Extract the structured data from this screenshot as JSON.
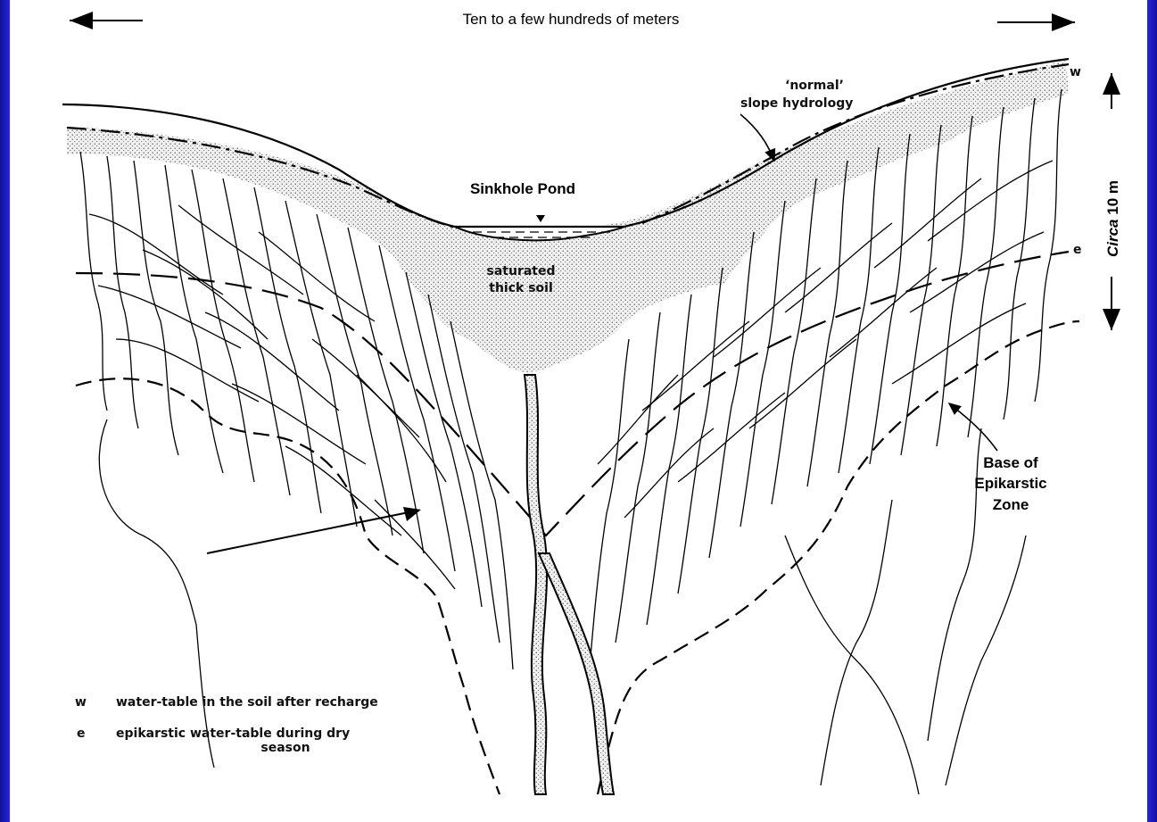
{
  "labels": {
    "top_scale": "Ten to a few hundreds of meters",
    "normal": "‘normal’",
    "slope_hydrology": "slope hydrology",
    "w_marker": "w",
    "e_marker": "e",
    "sinkhole_pond": "Sinkhole Pond",
    "saturated": "saturated",
    "thick_soil": "thick soil",
    "circa": "Circa",
    "ten_m": " 10 m",
    "base_line1": "Base of",
    "base_line2": "Epikarstic",
    "base_line3": "Zone"
  },
  "legend": {
    "w_key": "w",
    "w_text": "water-table in the soil after recharge",
    "e_key": "e",
    "e_text_line1": "epikarstic water-table during dry",
    "e_text_line2": "season"
  },
  "colors": {
    "border": "#2222d8",
    "background": "#ffffff",
    "ink": "#000000"
  }
}
